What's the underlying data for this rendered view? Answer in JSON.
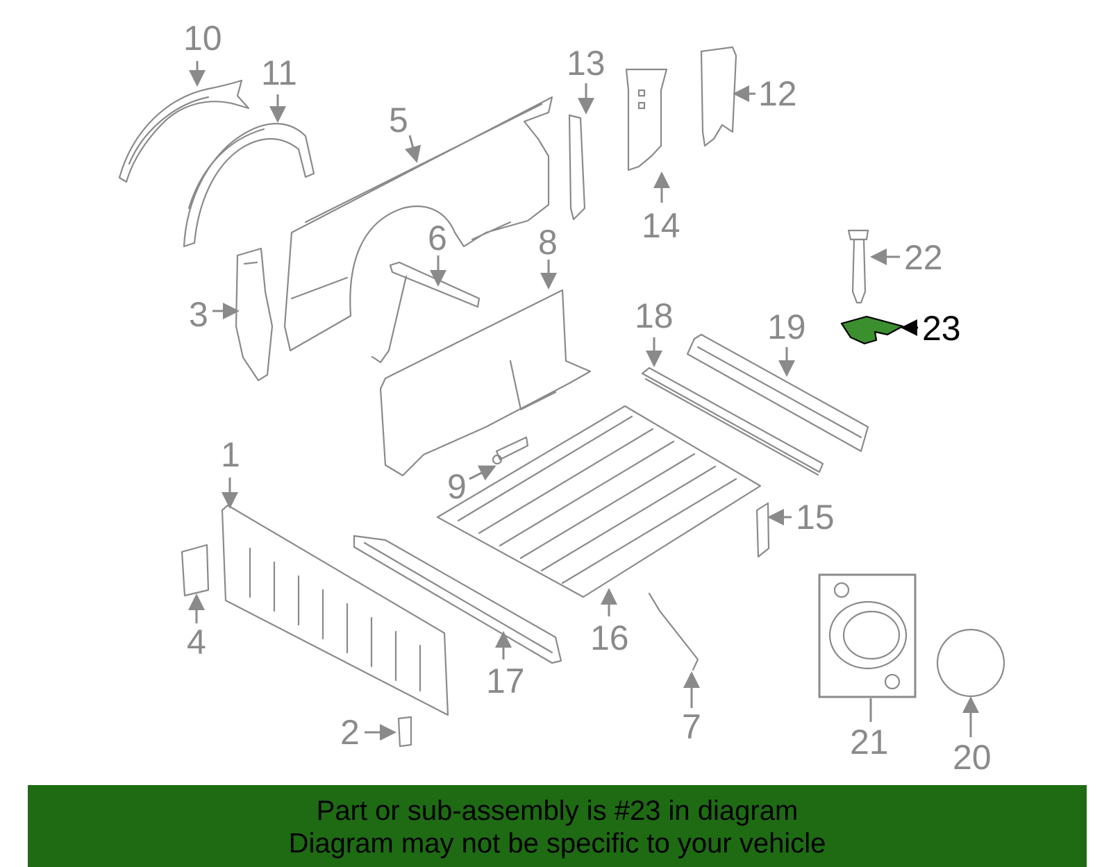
{
  "diagram": {
    "highlighted_part": "23",
    "highlight_color": "#3b8f2e",
    "callouts": [
      "1",
      "2",
      "3",
      "4",
      "5",
      "6",
      "7",
      "8",
      "9",
      "10",
      "11",
      "12",
      "13",
      "14",
      "15",
      "16",
      "17",
      "18",
      "19",
      "20",
      "21",
      "22",
      "23"
    ]
  },
  "banner": {
    "background": "#1e6b14",
    "line1": "Part or sub-assembly is #23 in diagram",
    "line2": "Diagram may not be specific to your vehicle"
  }
}
